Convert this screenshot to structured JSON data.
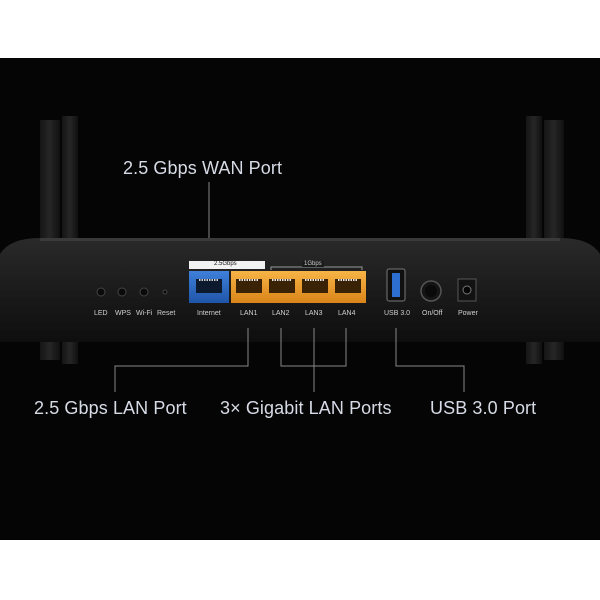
{
  "callouts": {
    "wan": "2.5 Gbps WAN Port",
    "lan25": "2.5 Gbps LAN Port",
    "gigabit": "3× Gigabit LAN Ports",
    "usb": "USB 3.0 Port"
  },
  "panel": {
    "speed_25": "2.5Gbps",
    "speed_1": "1Gbps",
    "led": "LED",
    "wps": "WPS",
    "wifi": "Wi-Fi",
    "reset": "Reset",
    "internet": "Internet",
    "lan1": "LAN1",
    "lan2": "LAN2",
    "lan3": "LAN3",
    "lan4": "LAN4",
    "usb30": "USB 3.0",
    "onoff": "On/Off",
    "power": "Power"
  },
  "colors": {
    "background": "#050505",
    "router_body": "#1a1a1a",
    "wan_port": "#2f6fc9",
    "lan_port": "#f0a030",
    "usb_port": "#2d6fd0",
    "callout_text": "#d6dbe6"
  }
}
